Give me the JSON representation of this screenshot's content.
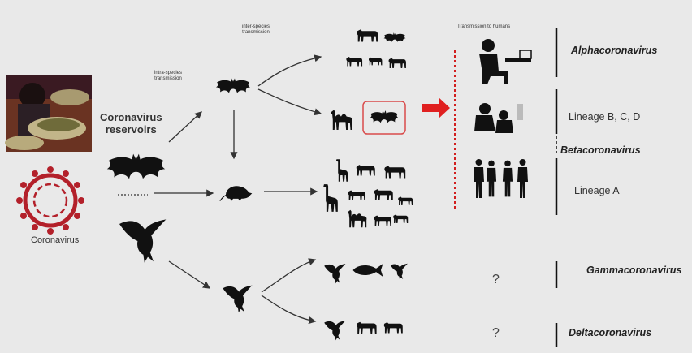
{
  "labels": {
    "coronavirus_reservoirs": "Coronavirus\nreservoirs",
    "coronavirus": "Coronavirus",
    "intra_species_transmission": "intra-species\ntransmission",
    "inter_species_transmission": "inter-species\ntransmission",
    "transmission_to_humans": "Transmission to humans"
  },
  "genera": {
    "alpha": "Alphacoronavirus",
    "beta": "Betacoronavirus",
    "gamma": "Gammacoronavirus",
    "delta": "Deltacoronavirus"
  },
  "lineages": {
    "bcd": "Lineage B, C, D",
    "a": "Lineage A"
  },
  "unknown": {
    "gamma": "?",
    "delta": "?"
  },
  "icons": [
    "market-photo",
    "virus-icon",
    "bat-icon",
    "bird-icon",
    "rodent-icon",
    "camel-icon",
    "animal-silhouettes",
    "human-silhouettes",
    "red-arrow-icon"
  ],
  "colors": {
    "background": "#e9e9e9",
    "silhouette": "#111111",
    "accent_red": "#e02020",
    "virus_red": "#b3202a",
    "box_outline": "#d94a4a",
    "dashed_red": "#d21f1f"
  }
}
